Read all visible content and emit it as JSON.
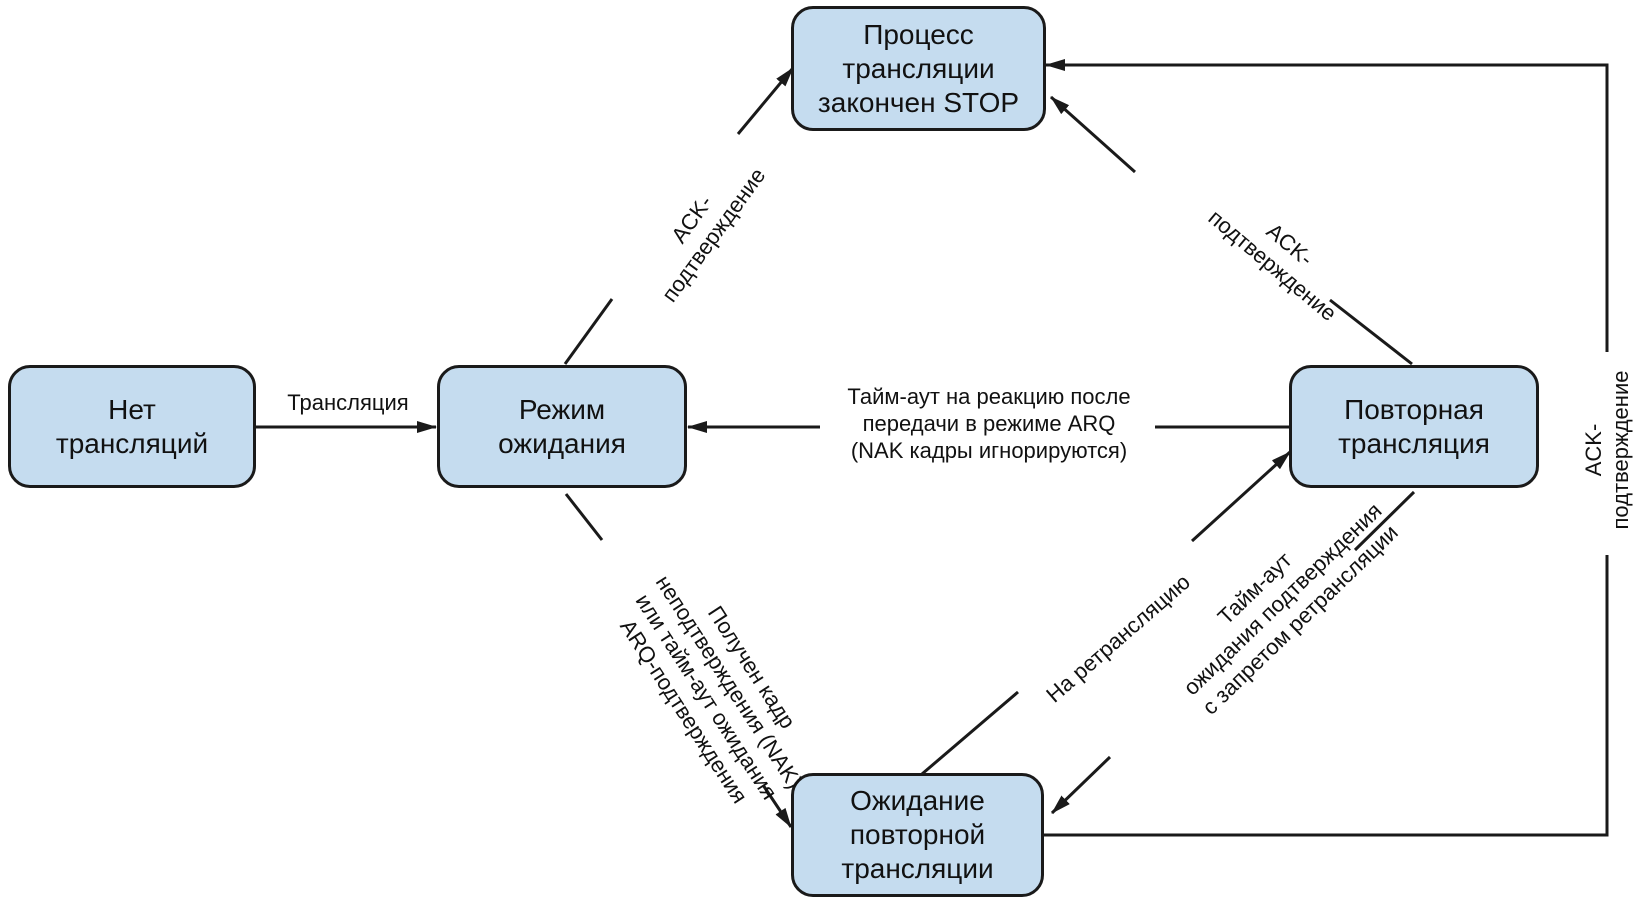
{
  "colors": {
    "node_fill": "#c5dcef",
    "stroke": "#1a1a1a",
    "background": "#ffffff"
  },
  "nodes": {
    "no_transmission": {
      "lines": [
        "Нет",
        "трансляций"
      ]
    },
    "waiting": {
      "lines": [
        "Режим",
        "ожидания"
      ]
    },
    "done_stop": {
      "lines": [
        "Процесс",
        "трансляции",
        "закончен STOP"
      ]
    },
    "retransmission": {
      "lines": [
        "Повторная",
        "трансляция"
      ]
    },
    "await_retransmission": {
      "lines": [
        "Ожидание",
        "повторной",
        "трансляции"
      ]
    }
  },
  "edges": {
    "transmit": {
      "lines": [
        "Трансляция"
      ]
    },
    "timeout_arq": {
      "lines": [
        "Тайм-аут на реакцию после",
        "передачи в режиме ARQ",
        "(NAK кадры игнорируются)"
      ]
    },
    "ack_waiting": {
      "lines": [
        "ACK-",
        "подтверждение"
      ]
    },
    "ack_retransmission": {
      "lines": [
        "ACK-",
        "подтверждение"
      ]
    },
    "ack_right": {
      "lines": [
        "ACK-",
        "подтверждение"
      ]
    },
    "nak": {
      "lines": [
        "Получен кадр",
        "неподтверждения (NAK)",
        "или тайм-аут ожидания",
        "ARQ-подтверждения"
      ]
    },
    "to_retransmission": {
      "lines": [
        "На ретрансляцию"
      ]
    },
    "timeout_forbid": {
      "lines": [
        "Тайм-аут",
        "ожидания подтверждения",
        "с запретом ретрансляции"
      ]
    }
  }
}
